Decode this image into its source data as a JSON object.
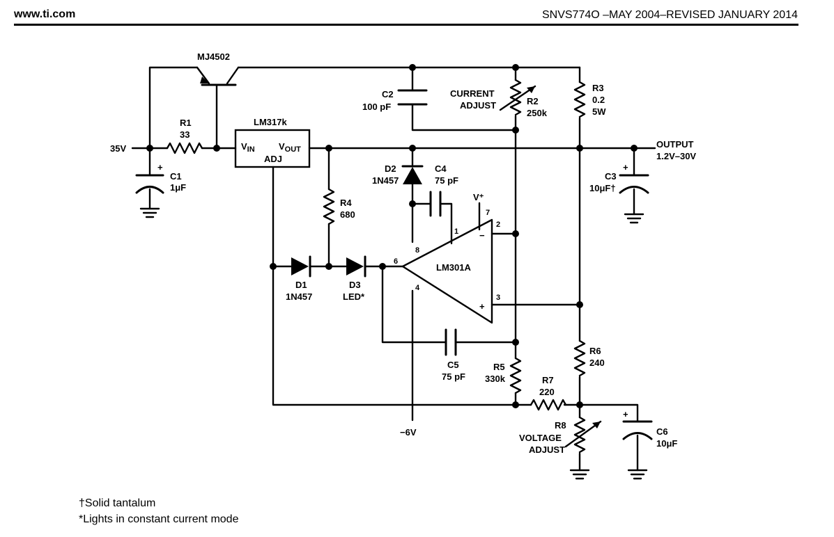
{
  "header": {
    "site": "www.ti.com",
    "doc_id": "SNVS774O –MAY 2004–REVISED JANUARY 2014"
  },
  "schematic": {
    "q1": "MJ4502",
    "r1_name": "R1",
    "r1_value": "33",
    "input_label": "35V",
    "c1_name": "C1",
    "c1_value": "1μF",
    "u1_name": "LM317k",
    "u1_vin": "V",
    "u1_vin_sub": "IN",
    "u1_vout": "V",
    "u1_vout_sub": "OUT",
    "u1_adj": "ADJ",
    "c2_name": "C2",
    "c2_value": "100 pF",
    "current_adjust_1": "CURRENT",
    "current_adjust_2": "ADJUST",
    "r2_name": "R2",
    "r2_value": "250k",
    "r3_name": "R3",
    "r3_value": "0.2",
    "r3_power": "5W",
    "output_1": "OUTPUT",
    "output_2": "1.2V–30V",
    "c3_name": "C3",
    "c3_value": "10μF†",
    "d2_name": "D2",
    "d2_value": "1N457",
    "c4_name": "C4",
    "c4_value": "75 pF",
    "vplus": "V⁺",
    "r4_name": "R4",
    "r4_value": "680",
    "pin1": "1",
    "pin2": "2",
    "pin3": "3",
    "pin4": "4",
    "pin6": "6",
    "pin7": "7",
    "pin8": "8",
    "u2_name": "LM301A",
    "minus_sign": "−",
    "plus_sign": "+",
    "d1_name": "D1",
    "d1_value": "1N457",
    "d3_name": "D3",
    "d3_value": "LED*",
    "c5_name": "C5",
    "c5_value": "75 pF",
    "r5_name": "R5",
    "r5_value": "330k",
    "r6_name": "R6",
    "r6_value": "240",
    "r7_name": "R7",
    "r7_value": "220",
    "neg_supply": "−6V",
    "r8_name": "R8",
    "voltage_adjust_1": "VOLTAGE",
    "voltage_adjust_2": "ADJUST",
    "c6_name": "C6",
    "c6_value": "10μF",
    "polarity_plus": "+"
  },
  "notes": {
    "tantalum": "†Solid tantalum",
    "led": "*Lights in constant current mode"
  }
}
